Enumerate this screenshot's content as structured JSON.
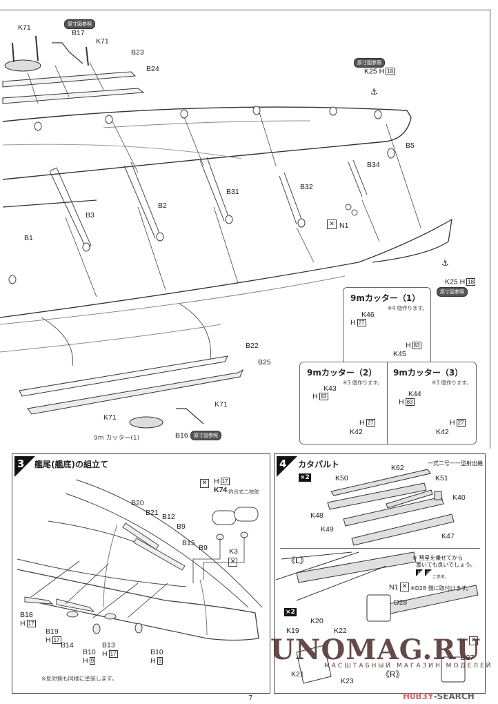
{
  "page": {
    "number": "7"
  },
  "reference_badge": "原寸図参照",
  "upper_section": {
    "labels": {
      "k71_a": "K71",
      "b17": "B17",
      "k71_b": "K71",
      "b23": "B23",
      "b24": "B24",
      "k25_top": "K25",
      "k25_top_h": "H",
      "k25_top_h_num": "18",
      "b5": "B5",
      "b34": "B34",
      "b31": "B31",
      "b32": "B32",
      "b3": "B3",
      "b2": "B2",
      "b1": "B1",
      "n1": "N1",
      "k25_bottom": "K25",
      "k25_bottom_h": "H",
      "k25_bottom_h_num": "18",
      "b22": "B22",
      "b25": "B25",
      "k71_c": "K71",
      "k71_d": "K71",
      "b16": "B16",
      "cutter_caption": "9m カッター(1)"
    },
    "cutter_boxes": [
      {
        "title": "9mカッター（1）",
        "note": "※4 個作ります。",
        "parts": [
          {
            "label": "K46",
            "h": "H",
            "h_num": "27"
          },
          {
            "label": "K45",
            "h": "H",
            "h_num": "83"
          }
        ]
      },
      {
        "title": "9mカッター（2）",
        "note": "※3 個作ります。",
        "parts": [
          {
            "label": "K43",
            "h": "H",
            "h_num": "83"
          },
          {
            "label": "K42",
            "h": "H",
            "h_num": "27"
          }
        ]
      },
      {
        "title": "9mカッター（3）",
        "note": "※3 個作ります。",
        "parts": [
          {
            "label": "K44",
            "h": "H",
            "h_num": "83"
          },
          {
            "label": "K42",
            "h": "H",
            "h_num": "27"
          }
        ]
      }
    ]
  },
  "step3": {
    "number": "3",
    "title": "艦尾(艦底)の組立て",
    "labels": {
      "h17_top": "H",
      "h17_top_num": "17",
      "k74": "K74",
      "k74_note": "釣合式二枚舵",
      "b20": "B20",
      "b21": "B21",
      "b12": "B12",
      "b9_a": "B9",
      "b15": "B15",
      "b9_b": "B9",
      "k3": "K3",
      "b18": "B18",
      "b18_h": "H",
      "b18_h_num": "17",
      "b19": "B19",
      "b19_h": "H",
      "b19_h_num": "17",
      "b14": "B14",
      "b10_a": "B10",
      "b10_a_h": "H",
      "b10_a_h_num": "9",
      "b13": "B13",
      "b13_h": "H",
      "b13_h_num": "17",
      "b10_b": "B10",
      "b10_b_h": "H",
      "b10_b_h_num": "9"
    },
    "footnote": "※反対側も同様に塗装します。"
  },
  "step4": {
    "number": "4",
    "title": "カタパルト",
    "subtitle": "一式二号一一型射出機",
    "multiplier": "×2",
    "labels": {
      "k50": "K50",
      "k62": "K62",
      "k51": "K51",
      "k40": "K40",
      "k48": "K48",
      "k49": "K49",
      "k47": "K47",
      "left": "《L》",
      "right": "《R》",
      "n1_a": "N1",
      "n1_b": "N",
      "d28": "D28",
      "d27": "D27",
      "k20": "K20",
      "k19": "K19",
      "k22": "K22",
      "k21": "K21",
      "k23": "K23",
      "multiplier2": "×2"
    },
    "note1_line1": "※ 彗星を乗せてから",
    "note1_line2": "置いても良いでしょう。",
    "ref_steps": [
      "19",
      "25"
    ],
    "ref_suffix": "ご参考。",
    "note2": "※D28 側に取付けます。"
  },
  "watermark": {
    "main": "UNOMAG.RU",
    "sub": "МАСШТАБНЫЙ МАГАЗИН МОДЕЛЕЙ"
  },
  "credit": {
    "brand_a": "H0B3Y",
    "brand_b": "-SEARCH"
  }
}
